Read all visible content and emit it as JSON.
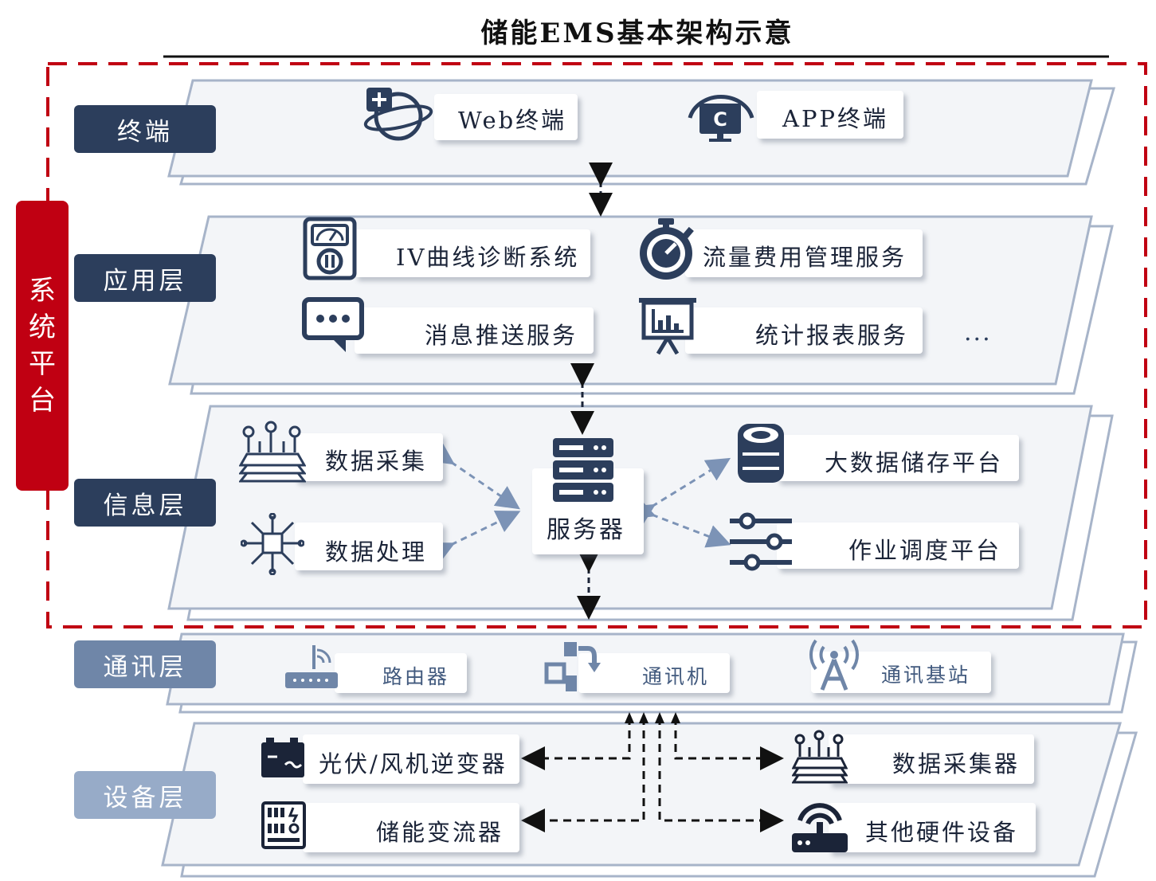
{
  "title": "储能EMS基本架构示意",
  "system_platform": [
    "系",
    "统",
    "平",
    "台"
  ],
  "layers": {
    "terminal": "终端",
    "application": "应用层",
    "information": "信息层",
    "communication": "通讯层",
    "device": "设备层"
  },
  "terminal_items": [
    "Web终端",
    "APP终端"
  ],
  "application_items": [
    "IV曲线诊断系统",
    "流量费用管理服务",
    "消息推送服务",
    "统计报表服务"
  ],
  "ellipsis": "...",
  "information_items": {
    "left": [
      "数据采集",
      "数据处理"
    ],
    "center": "服务器",
    "right": [
      "大数据储存平台",
      "作业调度平台"
    ]
  },
  "communication_items": [
    "路由器",
    "通讯机",
    "通讯基站"
  ],
  "device_items": [
    "光伏/风机逆变器",
    "储能变流器",
    "数据采集器",
    "其他硬件设备"
  ],
  "colors": {
    "accent_red": "#c00012",
    "dark_navy": "#2c3e5c",
    "mid_blue": "#6f86a8",
    "light_blue": "#97abc8"
  }
}
